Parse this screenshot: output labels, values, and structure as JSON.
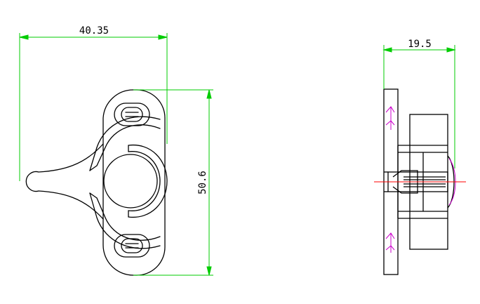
{
  "drawing": {
    "dimensions": {
      "front_width": "40.35",
      "front_height": "50.6",
      "side_width": "19.5"
    },
    "colors": {
      "outline": "#000000",
      "dimension": "#00cc00",
      "centerline": "#ff0000",
      "hidden": "#cc00cc",
      "background": "#ffffff"
    }
  }
}
